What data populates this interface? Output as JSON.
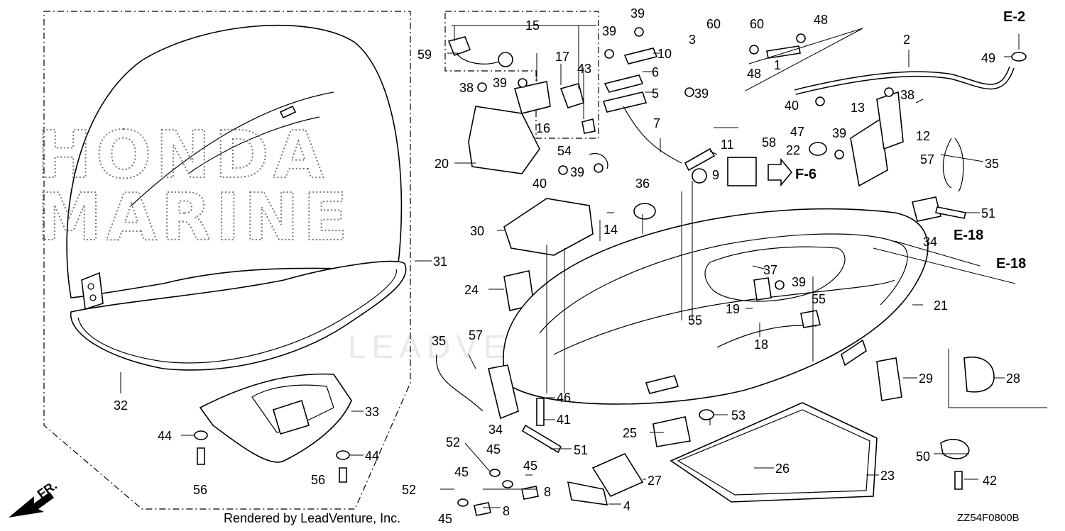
{
  "diagram": {
    "brand_line1": "HONDA",
    "brand_line2": "MARINE",
    "watermark": "LEADVENTURE",
    "footer": "Rendered by LeadVenture, Inc.",
    "drawing_code": "ZZ54F0800B",
    "front_marker": "FR.",
    "refs": [
      "E-2",
      "F-6",
      "E-18",
      "E-18"
    ],
    "callouts": [
      {
        "n": "1"
      },
      {
        "n": "2"
      },
      {
        "n": "3"
      },
      {
        "n": "4"
      },
      {
        "n": "5"
      },
      {
        "n": "6"
      },
      {
        "n": "7"
      },
      {
        "n": "8"
      },
      {
        "n": "8"
      },
      {
        "n": "9"
      },
      {
        "n": "10"
      },
      {
        "n": "11"
      },
      {
        "n": "12"
      },
      {
        "n": "13"
      },
      {
        "n": "14"
      },
      {
        "n": "15"
      },
      {
        "n": "16"
      },
      {
        "n": "17"
      },
      {
        "n": "18"
      },
      {
        "n": "19"
      },
      {
        "n": "20"
      },
      {
        "n": "21"
      },
      {
        "n": "22"
      },
      {
        "n": "23"
      },
      {
        "n": "24"
      },
      {
        "n": "25"
      },
      {
        "n": "26"
      },
      {
        "n": "27"
      },
      {
        "n": "28"
      },
      {
        "n": "29"
      },
      {
        "n": "30"
      },
      {
        "n": "31"
      },
      {
        "n": "32"
      },
      {
        "n": "33"
      },
      {
        "n": "34"
      },
      {
        "n": "34"
      },
      {
        "n": "35"
      },
      {
        "n": "35"
      },
      {
        "n": "36"
      },
      {
        "n": "37"
      },
      {
        "n": "38"
      },
      {
        "n": "38"
      },
      {
        "n": "39"
      },
      {
        "n": "39"
      },
      {
        "n": "39"
      },
      {
        "n": "39"
      },
      {
        "n": "39"
      },
      {
        "n": "39"
      },
      {
        "n": "39"
      },
      {
        "n": "40"
      },
      {
        "n": "40"
      },
      {
        "n": "41"
      },
      {
        "n": "42"
      },
      {
        "n": "43"
      },
      {
        "n": "44"
      },
      {
        "n": "44"
      },
      {
        "n": "45"
      },
      {
        "n": "45"
      },
      {
        "n": "45"
      },
      {
        "n": "45"
      },
      {
        "n": "46"
      },
      {
        "n": "47"
      },
      {
        "n": "48"
      },
      {
        "n": "48"
      },
      {
        "n": "49"
      },
      {
        "n": "50"
      },
      {
        "n": "51"
      },
      {
        "n": "51"
      },
      {
        "n": "52"
      },
      {
        "n": "52"
      },
      {
        "n": "53"
      },
      {
        "n": "54"
      },
      {
        "n": "55"
      },
      {
        "n": "55"
      },
      {
        "n": "56"
      },
      {
        "n": "56"
      },
      {
        "n": "57"
      },
      {
        "n": "57"
      },
      {
        "n": "58"
      },
      {
        "n": "59"
      },
      {
        "n": "60"
      },
      {
        "n": "60"
      }
    ]
  }
}
